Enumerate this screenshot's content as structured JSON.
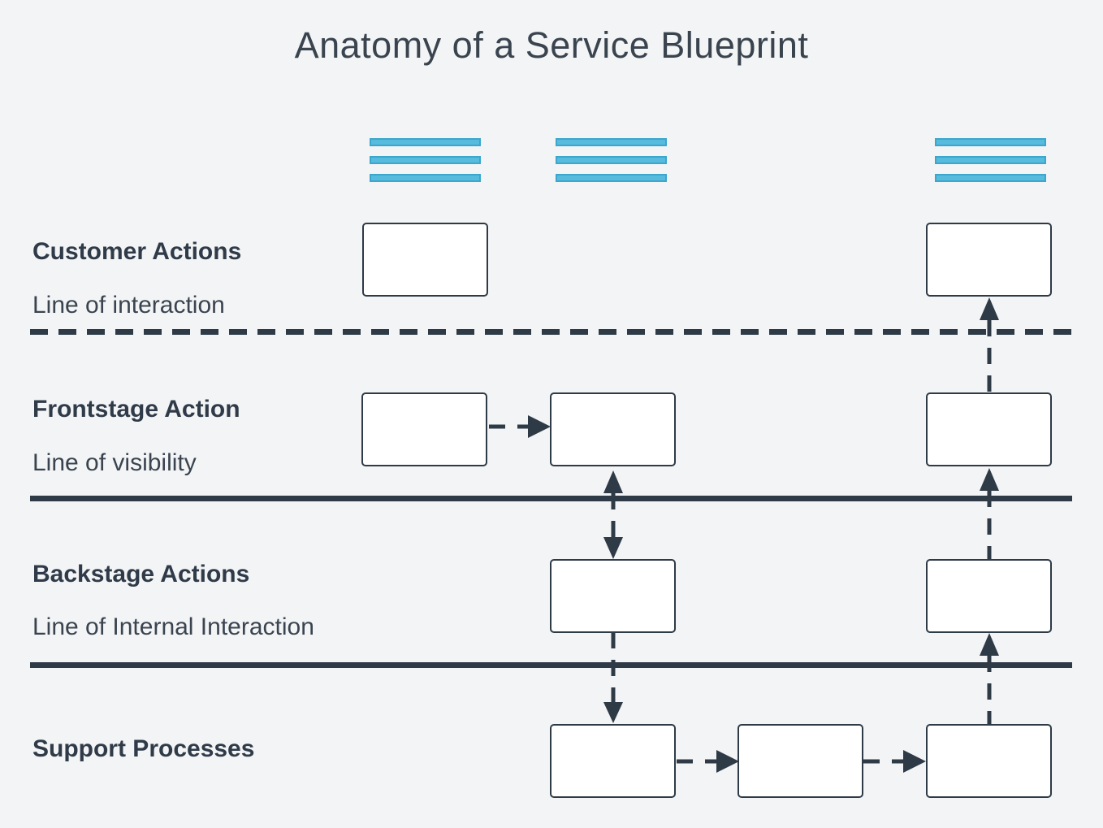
{
  "title": "Anatomy of a Service Blueprint",
  "colors": {
    "background": "#F3F4F5",
    "ink": "#2E3A46",
    "box_fill": "#FFFFFF",
    "evidence_blue": "#56BBDC",
    "evidence_blue_border": "#3BA7CD"
  },
  "lanes": [
    {
      "label": "Customer Actions",
      "boundary_label": "Line of interaction",
      "boundary_style": "dashed",
      "node_count": 2
    },
    {
      "label": "Frontstage Action",
      "boundary_label": "Line of visibility",
      "boundary_style": "solid",
      "node_count": 3
    },
    {
      "label": "Backstage Actions",
      "boundary_label": "Line of Internal Interaction",
      "boundary_style": "solid",
      "node_count": 2
    },
    {
      "label": "Support Processes",
      "boundary_label": "",
      "boundary_style": "none",
      "node_count": 3
    }
  ],
  "evidence_icons": {
    "icon": "menu-bars-icon",
    "count": 3
  },
  "connectors": [
    {
      "from": "frontstage-left-box",
      "to": "frontstage-mid-box",
      "direction": "right",
      "style": "dashed"
    },
    {
      "from": "frontstage-mid-box",
      "to": "backstage-mid-box",
      "direction": "both",
      "style": "dashed",
      "crosses": "Line of visibility"
    },
    {
      "from": "backstage-mid-box",
      "to": "support-box-1",
      "direction": "down",
      "style": "dashed",
      "crosses": "Line of Internal Interaction"
    },
    {
      "from": "support-box-1",
      "to": "support-box-2",
      "direction": "right",
      "style": "dashed"
    },
    {
      "from": "support-box-2",
      "to": "support-box-3",
      "direction": "right",
      "style": "dashed"
    },
    {
      "from": "support-box-3",
      "to": "backstage-right-box",
      "direction": "up",
      "style": "dashed",
      "crosses": "Line of Internal Interaction"
    },
    {
      "from": "backstage-right-box",
      "to": "frontstage-right-box",
      "direction": "up",
      "style": "dashed",
      "crosses": "Line of visibility"
    },
    {
      "from": "frontstage-right-box",
      "to": "customer-right-box",
      "direction": "up",
      "style": "dashed",
      "crosses": "Line of interaction"
    }
  ]
}
